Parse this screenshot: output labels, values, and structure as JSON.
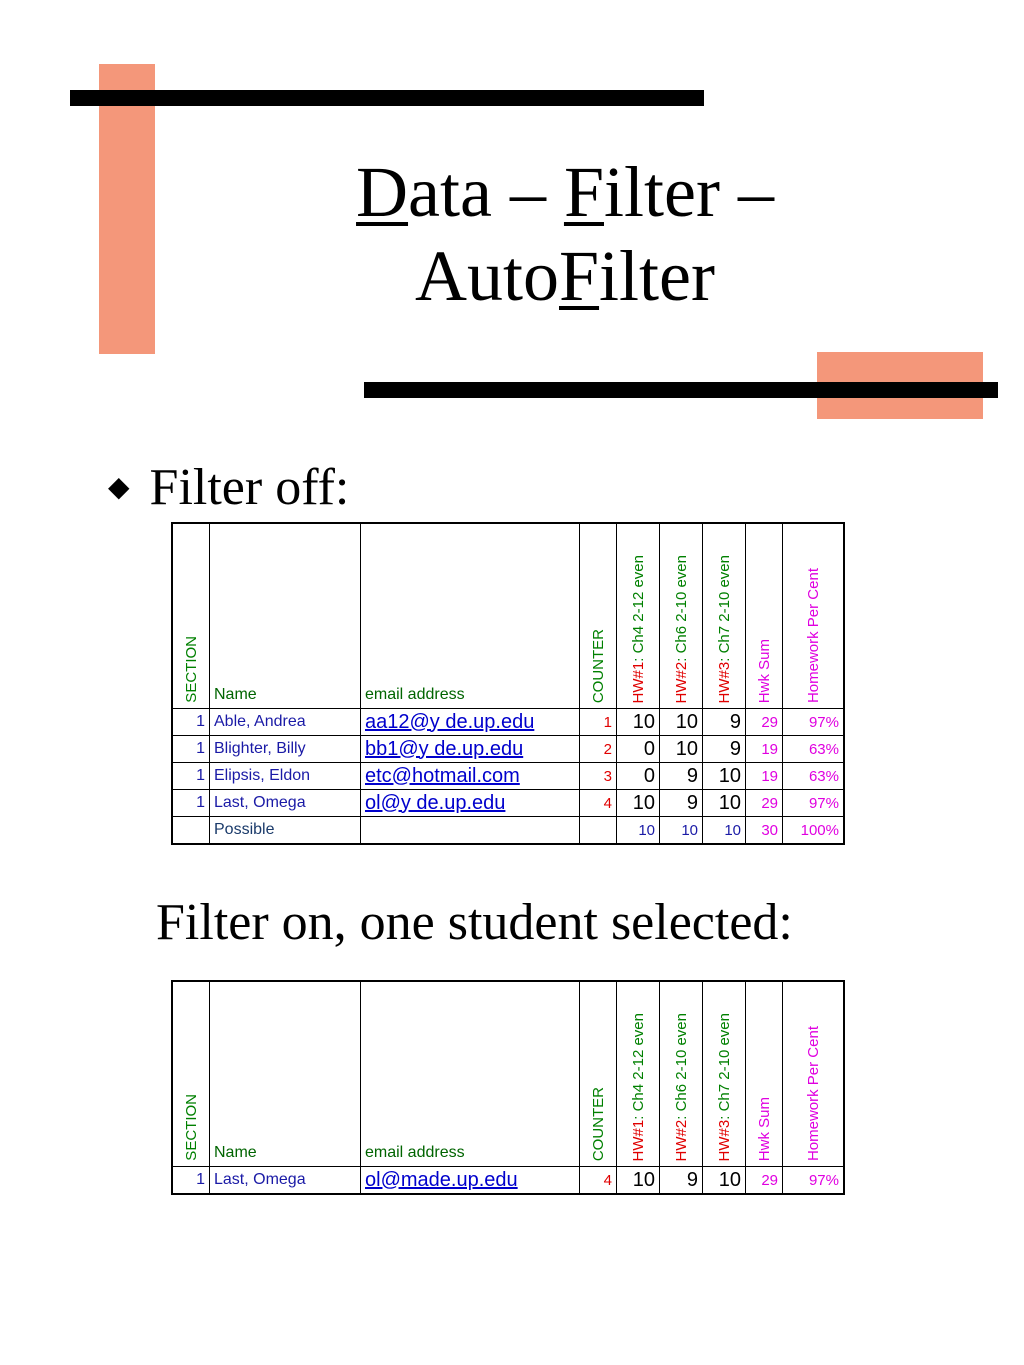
{
  "title": {
    "line1": [
      {
        "text": "D",
        "underline": true
      },
      {
        "text": "ata – ",
        "underline": false
      },
      {
        "text": "F",
        "underline": true
      },
      {
        "text": "ilter –",
        "underline": false
      }
    ],
    "line2": [
      {
        "text": "Auto",
        "underline": false
      },
      {
        "text": "F",
        "underline": true
      },
      {
        "text": "ilter",
        "underline": false
      }
    ]
  },
  "bullet_symbol": "◆",
  "heading1": "Filter off:",
  "heading2": "Filter on, one student selected:",
  "columns": {
    "section": "SECTION",
    "name": "Name",
    "email": "email address",
    "counter": "COUNTER",
    "hw1_prefix": "HW#1",
    "hw1_suffix": ": Ch4 2-12 even",
    "hw2_prefix": "HW#2",
    "hw2_suffix": ": Ch6 2-10 even",
    "hw3_prefix": "HW#3",
    "hw3_suffix": ": Ch7 2-10 even",
    "sum": "Hwk Sum",
    "pct": "Homework Per Cent"
  },
  "table1": {
    "rows": [
      {
        "section": "1",
        "name": "Able, Andrea",
        "email": "aa12@y   de.up.edu",
        "counter": "1",
        "hw1": "10",
        "hw2": "10",
        "hw3": "9",
        "sum": "29",
        "pct": "97%"
      },
      {
        "section": "1",
        "name": "Blighter, Billy",
        "email": "bb1@y   de.up.edu",
        "counter": "2",
        "hw1": "0",
        "hw2": "10",
        "hw3": "9",
        "sum": "19",
        "pct": "63%"
      },
      {
        "section": "1",
        "name": "Elipsis, Eldon",
        "email": "etc@hotmail.com",
        "counter": "3",
        "hw1": "0",
        "hw2": "9",
        "hw3": "10",
        "sum": "19",
        "pct": "63%"
      },
      {
        "section": "1",
        "name": "Last, Omega",
        "email": "ol@y   de.up.edu",
        "counter": "4",
        "hw1": "10",
        "hw2": "9",
        "hw3": "10",
        "sum": "29",
        "pct": "97%"
      }
    ],
    "possible": {
      "label": "Possible",
      "hw1": "10",
      "hw2": "10",
      "hw3": "10",
      "sum": "30",
      "pct": "100%"
    }
  },
  "table2": {
    "rows": [
      {
        "section": "1",
        "name": "Last, Omega",
        "email": "ol@made.up.edu",
        "counter": "4",
        "hw1": "10",
        "hw2": "9",
        "hw3": "10",
        "sum": "29",
        "pct": "97%"
      }
    ]
  },
  "colors": {
    "accent_orange": "#f4977a",
    "header_green": "#008000",
    "hw_prefix_red": "#e00000",
    "sum_magenta": "#e000e0",
    "name_blue": "#1a1aa6",
    "link_blue": "#0000cc"
  }
}
